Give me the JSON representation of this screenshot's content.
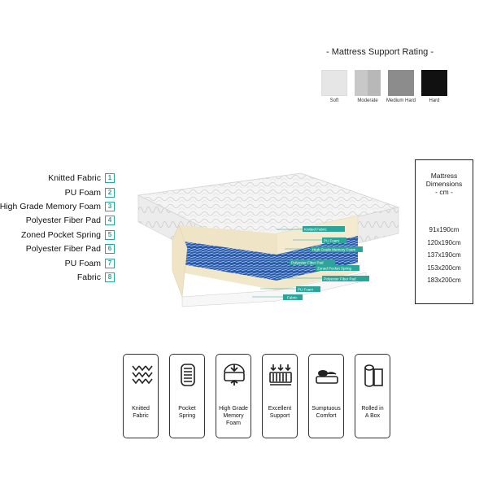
{
  "rating": {
    "title": "-  Mattress Support  Rating  -",
    "levels": [
      {
        "label": "Soft",
        "color": "#e6e6e6"
      },
      {
        "label": "Moderate",
        "color": "#c0c0c0"
      },
      {
        "label": "Medium Hard",
        "color": "#8c8c8c"
      },
      {
        "label": "Hard",
        "color": "#111111"
      }
    ]
  },
  "layers": [
    {
      "name": "Knitted Fabric",
      "num": "1"
    },
    {
      "name": "PU Foam",
      "num": "2"
    },
    {
      "name": "High Grade Memory Foam",
      "num": "3"
    },
    {
      "name": "Polyester Fiber Pad",
      "num": "4"
    },
    {
      "name": "Zoned Pocket Spring",
      "num": "5"
    },
    {
      "name": "Polyester Fiber Pad",
      "num": "6"
    },
    {
      "name": "PU Foam",
      "num": "7"
    },
    {
      "name": "Fabric",
      "num": "8"
    }
  ],
  "callouts": [
    "Knitted Fabric",
    "PU Foam",
    "High Grade Memory Foam",
    "Polyester Fiber Pad",
    "Zoned Pocket Spring",
    "Polyester Fiber Pad",
    "PU Foam",
    "Fabric"
  ],
  "dimensions": {
    "title_line1": "Mattress",
    "title_line2": "Dimensions",
    "title_line3": "- cm -",
    "sizes": [
      "91x190cm",
      "120x190cm",
      "137x190cm",
      "153x200cm",
      "183x200cm"
    ]
  },
  "features": [
    {
      "line1": "Knitted",
      "line2": "Fabric",
      "line3": "",
      "icon": "knitted-fabric-icon"
    },
    {
      "line1": "Pocket",
      "line2": "Spring",
      "line3": "",
      "icon": "pocket-spring-icon"
    },
    {
      "line1": "High Grade",
      "line2": "Memory",
      "line3": "Foam",
      "icon": "memory-foam-icon"
    },
    {
      "line1": "Excellent",
      "line2": "Support",
      "line3": "",
      "icon": "support-icon"
    },
    {
      "line1": "Sumptuous",
      "line2": "Comfort",
      "line3": "",
      "icon": "comfort-icon"
    },
    {
      "line1": "Rolled in",
      "line2": "A Box",
      "line3": "",
      "icon": "rolled-box-icon"
    }
  ],
  "colors": {
    "accent": "#2aa59a",
    "spring": "#3d6fc4",
    "foam": "#efe4c6"
  }
}
